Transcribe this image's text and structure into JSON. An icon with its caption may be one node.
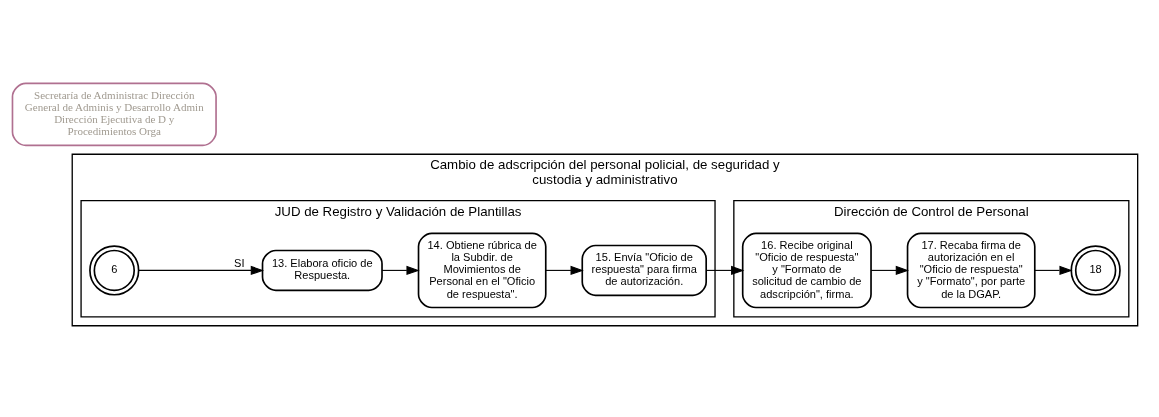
{
  "diagram": {
    "nodes": [
      {
        "text": [
          "Cambio de adscripción del personal policial, de seguridad y custodia y administrativo"
        ]
      },
      {
        "text": [
          "JUD de Registro y Validación de Plantillas"
        ],
        "in": 0
      },
      {
        "text": [
          "Dirección de Control de Personal"
        ],
        "in": 0
      },
      {
        "text": [
          "6"
        ],
        "in": 1
      },
      {
        "text": [
          "13. Elabora oficio de Respuesta."
        ],
        "in": 1
      },
      {
        "text": [
          "14. Obtiene rúbrica de la Subdir. de Movimientos de Personal en el \"Oficio de respuesta\"."
        ],
        "in": 1
      },
      {
        "text": [
          "15. Envía \"Oficio de respuesta\" para firma de autorización."
        ],
        "in": 1
      },
      {
        "text": [
          "16. Recibe original \"Oficio de respuesta\" y \"Formato de solicitud de cambio de adscripción\", firma."
        ],
        "in": 2
      },
      {
        "text": [
          "17. Recaba firma de autorización en el \"Oficio de respuesta\" y \"Formato\", por parte de la DGAP."
        ],
        "in": 2
      },
      {
        "text": [
          "18"
        ],
        "in": 2
      },
      {
        "text": [
          "Secretaría de Administrac Dirección General de Adminis y Desarrollo Admin Dirección Ejecutiva de D y Procedimientos Orga"
        ]
      }
    ],
    "edges": [
      {
        "from": 3,
        "to": 4,
        "arrow": "to",
        "label": "SI"
      },
      {
        "from": 4,
        "to": 5,
        "arrow": "to"
      },
      {
        "from": 5,
        "to": 6,
        "arrow": "to"
      },
      {
        "from": 6,
        "to": 7,
        "arrow": "to"
      },
      {
        "from": 7,
        "to": 8,
        "arrow": "to"
      },
      {
        "from": 8,
        "to": 9,
        "arrow": "to"
      }
    ]
  }
}
